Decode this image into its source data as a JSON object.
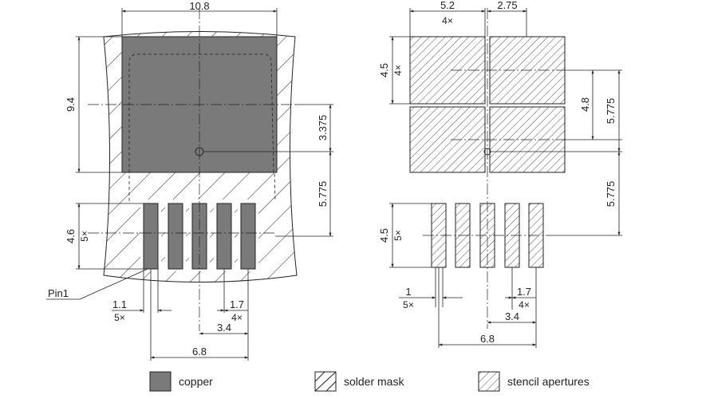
{
  "left_view": {
    "width_total": "10.8",
    "height_tab": "9.4",
    "tab_offset": "3.375",
    "tab_to_leads": "5.775",
    "lead_height": "4.6",
    "lead_height_count": "5×",
    "lead_width": "1.1",
    "lead_width_count": "5×",
    "lead_gap": "1.7",
    "lead_gap_count": "4×",
    "lead_span_half": "3.4",
    "lead_span": "6.8",
    "pin_label": "Pin1"
  },
  "right_view": {
    "pad_width": "5.2",
    "pad_width_count": "4×",
    "pad_offset": "2.75",
    "pad_height": "4.5",
    "pad_height_count": "4×",
    "pad_vertical": "4.8",
    "pad_to_center": "5.775",
    "center_to_leads": "5.775",
    "lead_height": "4.5",
    "lead_height_count": "5×",
    "lead_width": "1",
    "lead_width_count": "5×",
    "lead_gap": "1.7",
    "lead_gap_count": "4×",
    "lead_span_half": "3.4",
    "lead_span": "6.8"
  },
  "legend": {
    "copper": "copper",
    "solder_mask": "solder mask",
    "stencil": "stencil apertures"
  },
  "colors": {
    "copper": "#7a7a7a",
    "line": "#222222"
  }
}
